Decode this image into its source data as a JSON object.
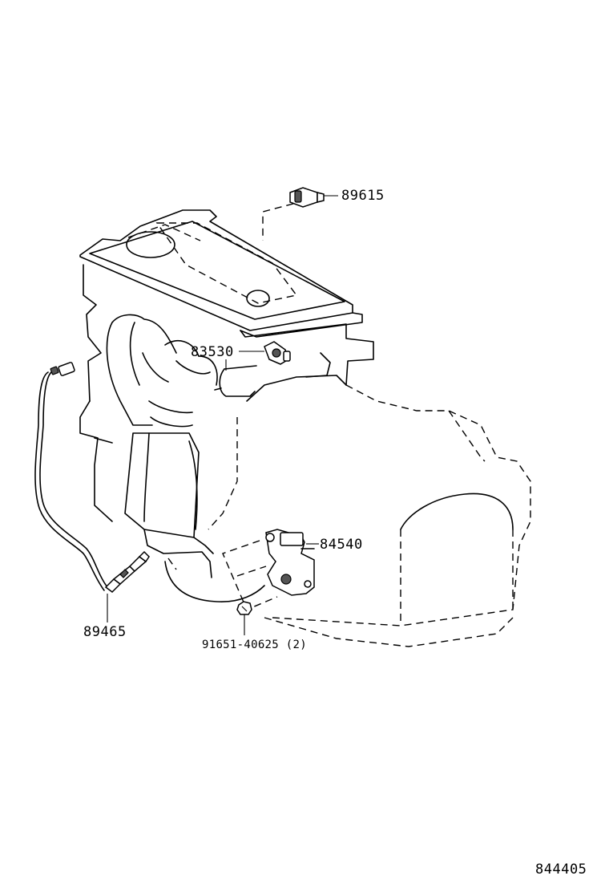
{
  "diagram": {
    "parts": {
      "p89615": {
        "number": "89615"
      },
      "p83530": {
        "number": "83530"
      },
      "p84540": {
        "number": "84540"
      },
      "p89465": {
        "number": "89465"
      },
      "p91651": {
        "number": "91651-40625",
        "qty": "(2)"
      }
    },
    "figure_code": "844405"
  }
}
